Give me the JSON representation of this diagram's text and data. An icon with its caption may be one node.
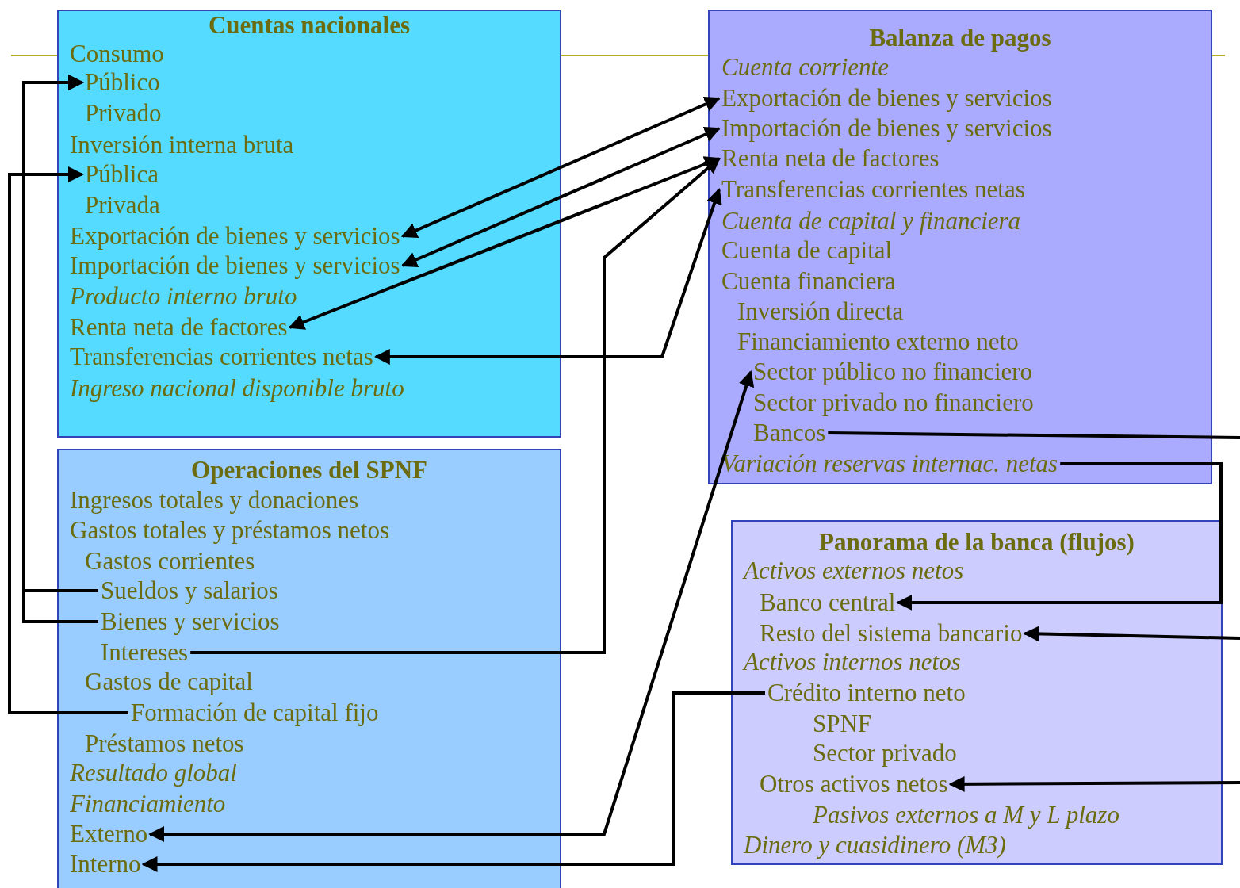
{
  "diagram": {
    "nodes": [
      {
        "text": [
          "Cuentas nacionales"
        ]
      },
      {
        "text": [
          "Consumo"
        ],
        "in": 0
      },
      {
        "text": [
          "Público"
        ],
        "in": 0
      },
      {
        "text": [
          "Privado"
        ],
        "in": 0
      },
      {
        "text": [
          "Inversión interna bruta"
        ],
        "in": 0
      },
      {
        "text": [
          "Pública"
        ],
        "in": 0
      },
      {
        "text": [
          "Privada"
        ],
        "in": 0
      },
      {
        "text": [
          "Exportación de bienes y servicios"
        ],
        "in": 0
      },
      {
        "text": [
          "Importación de bienes y servicios"
        ],
        "in": 0
      },
      {
        "text": [
          "Producto interno bruto"
        ],
        "in": 0
      },
      {
        "text": [
          "Renta neta de factores"
        ],
        "in": 0
      },
      {
        "text": [
          "Transferencias corrientes netas"
        ],
        "in": 0
      },
      {
        "text": [
          "Ingreso nacional disponible bruto"
        ],
        "in": 0
      },
      {
        "text": [
          "Operaciones del SPNF"
        ]
      },
      {
        "text": [
          "Ingresos totales y donaciones"
        ],
        "in": 13
      },
      {
        "text": [
          "Gastos totales y préstamos netos"
        ],
        "in": 13
      },
      {
        "text": [
          "Gastos corrientes"
        ],
        "in": 13
      },
      {
        "text": [
          "Sueldos y salarios"
        ],
        "in": 13
      },
      {
        "text": [
          "Bienes y servicios"
        ],
        "in": 13
      },
      {
        "text": [
          "Intereses"
        ],
        "in": 13
      },
      {
        "text": [
          "Gastos de capital"
        ],
        "in": 13
      },
      {
        "text": [
          "Formación de capital fijo"
        ],
        "in": 13
      },
      {
        "text": [
          "Préstamos netos"
        ],
        "in": 13
      },
      {
        "text": [
          "Resultado global"
        ],
        "in": 13
      },
      {
        "text": [
          "Financiamiento"
        ],
        "in": 13
      },
      {
        "text": [
          "Externo"
        ],
        "in": 13
      },
      {
        "text": [
          "Interno"
        ],
        "in": 13
      },
      {
        "text": [
          "Balanza de pagos"
        ]
      },
      {
        "text": [
          "Cuenta corriente"
        ],
        "in": 27
      },
      {
        "text": [
          "Exportación de bienes y servicios"
        ],
        "in": 27
      },
      {
        "text": [
          "Importación de bienes y servicios"
        ],
        "in": 27
      },
      {
        "text": [
          "Renta neta de factores"
        ],
        "in": 27
      },
      {
        "text": [
          "Transferencias corrientes netas"
        ],
        "in": 27
      },
      {
        "text": [
          "Cuenta de capital y financiera"
        ],
        "in": 27
      },
      {
        "text": [
          "Cuenta de capital"
        ],
        "in": 27
      },
      {
        "text": [
          "Cuenta financiera"
        ],
        "in": 27
      },
      {
        "text": [
          "Inversión directa"
        ],
        "in": 27
      },
      {
        "text": [
          "Financiamiento externo neto"
        ],
        "in": 27
      },
      {
        "text": [
          "Sector público no financiero"
        ],
        "in": 27
      },
      {
        "text": [
          "Sector privado no financiero"
        ],
        "in": 27
      },
      {
        "text": [
          "Bancos"
        ],
        "in": 27
      },
      {
        "text": [
          "Variación reservas internac. netas"
        ],
        "in": 27
      },
      {
        "text": [
          "Panorama de la banca (flujos)"
        ]
      },
      {
        "text": [
          "Activos externos netos"
        ],
        "in": 42
      },
      {
        "text": [
          "Banco central"
        ],
        "in": 42
      },
      {
        "text": [
          "Resto del sistema bancario"
        ],
        "in": 42
      },
      {
        "text": [
          "Activos internos netos"
        ],
        "in": 42
      },
      {
        "text": [
          "Crédito interno neto"
        ],
        "in": 42
      },
      {
        "text": [
          "SPNF"
        ],
        "in": 42
      },
      {
        "text": [
          "Sector privado"
        ],
        "in": 42
      },
      {
        "text": [
          "Otros activos netos"
        ],
        "in": 42
      },
      {
        "text": [
          "Pasivos externos a M y L plazo"
        ],
        "in": 42
      },
      {
        "text": [
          "Dinero y cuasidinero (M3)"
        ],
        "in": 42
      }
    ],
    "edges": [
      {
        "from": 17,
        "to": 2,
        "arrow": "to"
      },
      {
        "from": 18,
        "to": 2,
        "arrow": "to"
      },
      {
        "from": 21,
        "to": 5,
        "arrow": "to"
      },
      {
        "from": 29,
        "to": 7,
        "arrow": "both"
      },
      {
        "from": 30,
        "to": 8,
        "arrow": "both"
      },
      {
        "from": 31,
        "to": 10,
        "arrow": "both"
      },
      {
        "from": 32,
        "to": 11,
        "arrow": "both"
      },
      {
        "from": 19,
        "to": 31,
        "arrow": "to"
      },
      {
        "from": 38,
        "to": 25,
        "arrow": "both"
      },
      {
        "from": 47,
        "to": 26,
        "arrow": "to"
      },
      {
        "from": 41,
        "to": 44,
        "arrow": "to"
      },
      {
        "from": 40,
        "to": null,
        "arrow": "none"
      },
      {
        "from": null,
        "to": 45,
        "arrow": "to"
      },
      {
        "from": null,
        "to": 50,
        "arrow": "to"
      }
    ]
  }
}
